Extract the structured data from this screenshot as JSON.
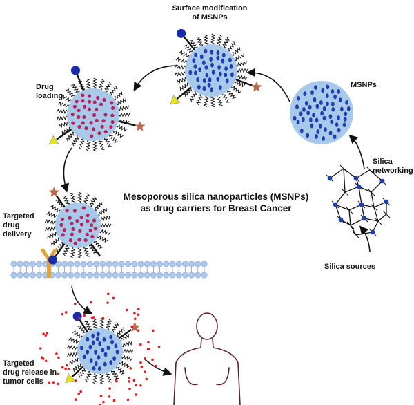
{
  "title_lines": [
    "Mesoporous silica nanoparticles (MSNPs)",
    "as drug carriers for Breast Cancer"
  ],
  "steps": {
    "surface_modification": [
      "Surface modification",
      "of MSNPs"
    ],
    "msnps": [
      "MSNPs"
    ],
    "drug_loading": [
      "Drug",
      "loading"
    ],
    "silica_networking": [
      "Silica",
      "networking"
    ],
    "targeted_delivery": [
      "Targeted",
      "drug",
      "delivery"
    ],
    "silica_sources": [
      "Silica sources"
    ],
    "targeted_release": [
      "Targeted",
      "drug release in",
      "tumor cells"
    ]
  },
  "colors": {
    "particle_fill": "#a9c9ea",
    "pore_dot": "#1f3fb0",
    "drug_dot": "#b5245a",
    "ligand_ball": "#1a2ba8",
    "ligand_star": "#b8694e",
    "ligand_triangle": "#e5e51a",
    "receptor": "#e0a43a",
    "membrane": "#aec8ec",
    "body_outline": "#5a1e3a",
    "released_drug": "#e02020"
  }
}
